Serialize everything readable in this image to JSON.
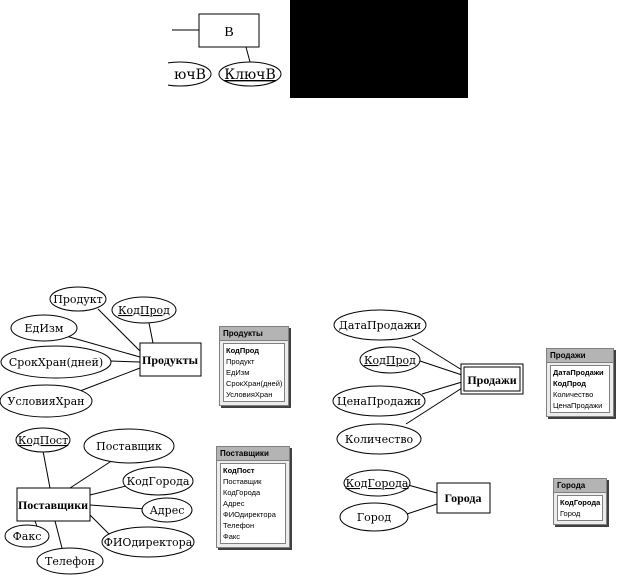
{
  "top": {
    "entity": "В",
    "attr_partial": "ючВ",
    "attr_key": "КлючВ"
  },
  "products": {
    "entity": "Продукты",
    "attrs": [
      "Продукт",
      "КодПрод",
      "ЕдИзм",
      "СрокХран(дней)",
      "УсловияХран"
    ],
    "table": {
      "title": "Продукты",
      "fields": [
        "КодПрод",
        "Продукт",
        "ЕдИзм",
        "СрокХран(дней)",
        "УсловияХран"
      ]
    }
  },
  "suppliers": {
    "entity": "Поставщики",
    "attrs": [
      "КодПост",
      "Поставщик",
      "КодГорода",
      "Адрес",
      "ФИОдиректора",
      "Телефон",
      "Факс"
    ],
    "table": {
      "title": "Поставщики",
      "fields": [
        "КодПост",
        "Поставщик",
        "КодГорода",
        "Адрес",
        "ФИОдиректора",
        "Телефон",
        "Факс"
      ]
    }
  },
  "sales": {
    "entity": "Продажи",
    "attrs": [
      "ДатаПродажи",
      "КодПрод",
      "ЦенаПродажи",
      "Количество"
    ],
    "table": {
      "title": "Продажи",
      "fields": [
        "ДатаПродажи",
        "КодПрод",
        "Количество",
        "ЦенаПродажи"
      ]
    }
  },
  "cities": {
    "entity": "Города",
    "attrs": [
      "КодГорода",
      "Город"
    ],
    "table": {
      "title": "Города",
      "fields": [
        "КодГорода",
        "Город"
      ]
    }
  }
}
